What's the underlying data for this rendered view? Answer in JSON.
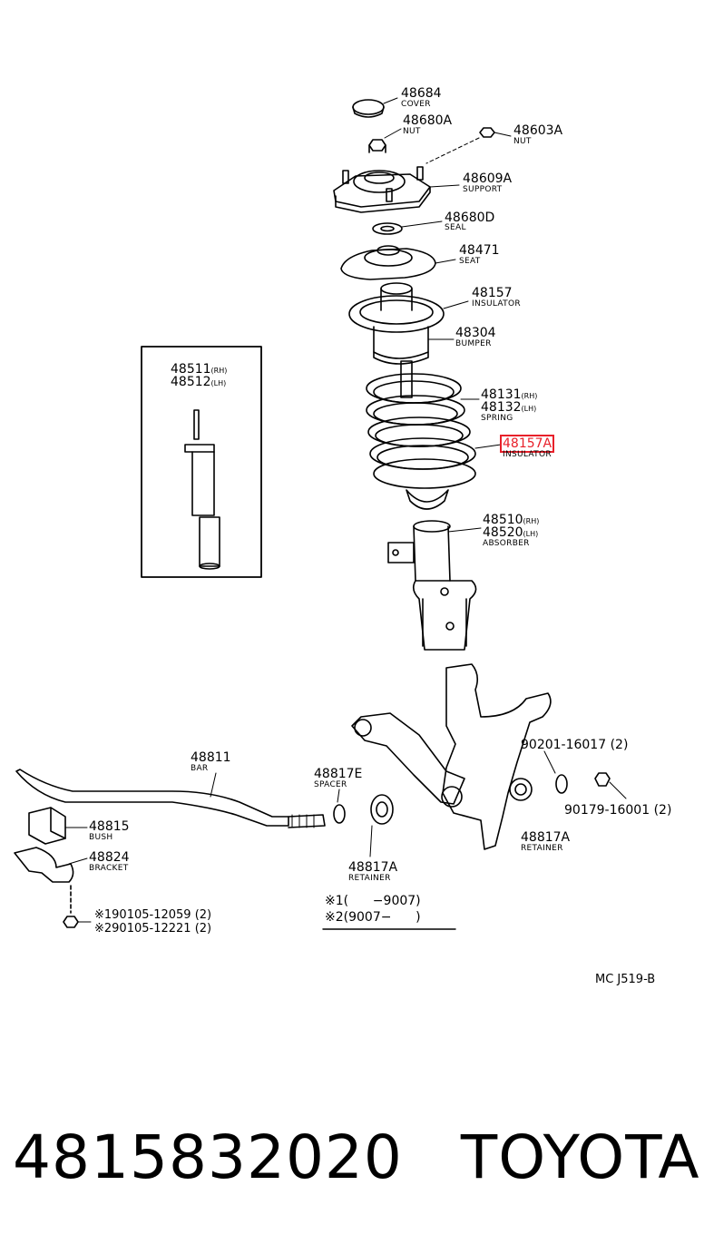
{
  "parts": {
    "cover": {
      "number": "48684",
      "name": "COVER"
    },
    "nut_a": {
      "number": "48680A",
      "name": "NUT"
    },
    "nut_b": {
      "number": "48603A",
      "name": "NUT"
    },
    "support": {
      "number": "48609A",
      "name": "SUPPORT"
    },
    "seal": {
      "number": "48680D",
      "name": "SEAL"
    },
    "seat": {
      "number": "48471",
      "name": "SEAT"
    },
    "insulator_upper": {
      "number": "48157",
      "name": "INSULATOR"
    },
    "bumper": {
      "number": "48304",
      "name": "BUMPER"
    },
    "spring": {
      "number_rh": "48131",
      "suffix_rh": "(RH)",
      "number_lh": "48132",
      "suffix_lh": "(LH)",
      "name": "SPRING"
    },
    "insulator_lower": {
      "number": "48157A",
      "name": "INSULATOR"
    },
    "absorber": {
      "number_rh": "48510",
      "suffix_rh": "(RH)",
      "number_lh": "48520",
      "suffix_lh": "(LH)",
      "name": "ABSORBER"
    },
    "cartridge": {
      "number_rh": "48511",
      "suffix_rh": "(RH)",
      "number_lh": "48512",
      "suffix_lh": "(LH)"
    },
    "bolt": {
      "number": "90201-16017 (2)"
    },
    "nut_c": {
      "number": "90179-16001 (2)"
    },
    "retainer_right": {
      "number": "48817A",
      "name": "RETAINER"
    },
    "retainer_center": {
      "number": "48817A",
      "name": "RETAINER"
    },
    "spacer": {
      "number": "48817E",
      "name": "SPACER"
    },
    "bar": {
      "number": "48811",
      "name": "BAR"
    },
    "bush": {
      "number": "48815",
      "name": "BUSH"
    },
    "bracket": {
      "number": "48824",
      "name": "BRACKET"
    },
    "bolt_1": {
      "number": "※190105-12059 (2)"
    },
    "bolt_2": {
      "number": "※290105-12221 (2)"
    }
  },
  "legend": {
    "row1": "※1(      −9007)",
    "row2": "※2(9007−      )"
  },
  "diagram_ref": "MC J519-B",
  "footer": {
    "part_number": "4815832020",
    "brand": "TOYOTA"
  },
  "colors": {
    "highlight": "#e8202a",
    "ink": "#000000"
  }
}
